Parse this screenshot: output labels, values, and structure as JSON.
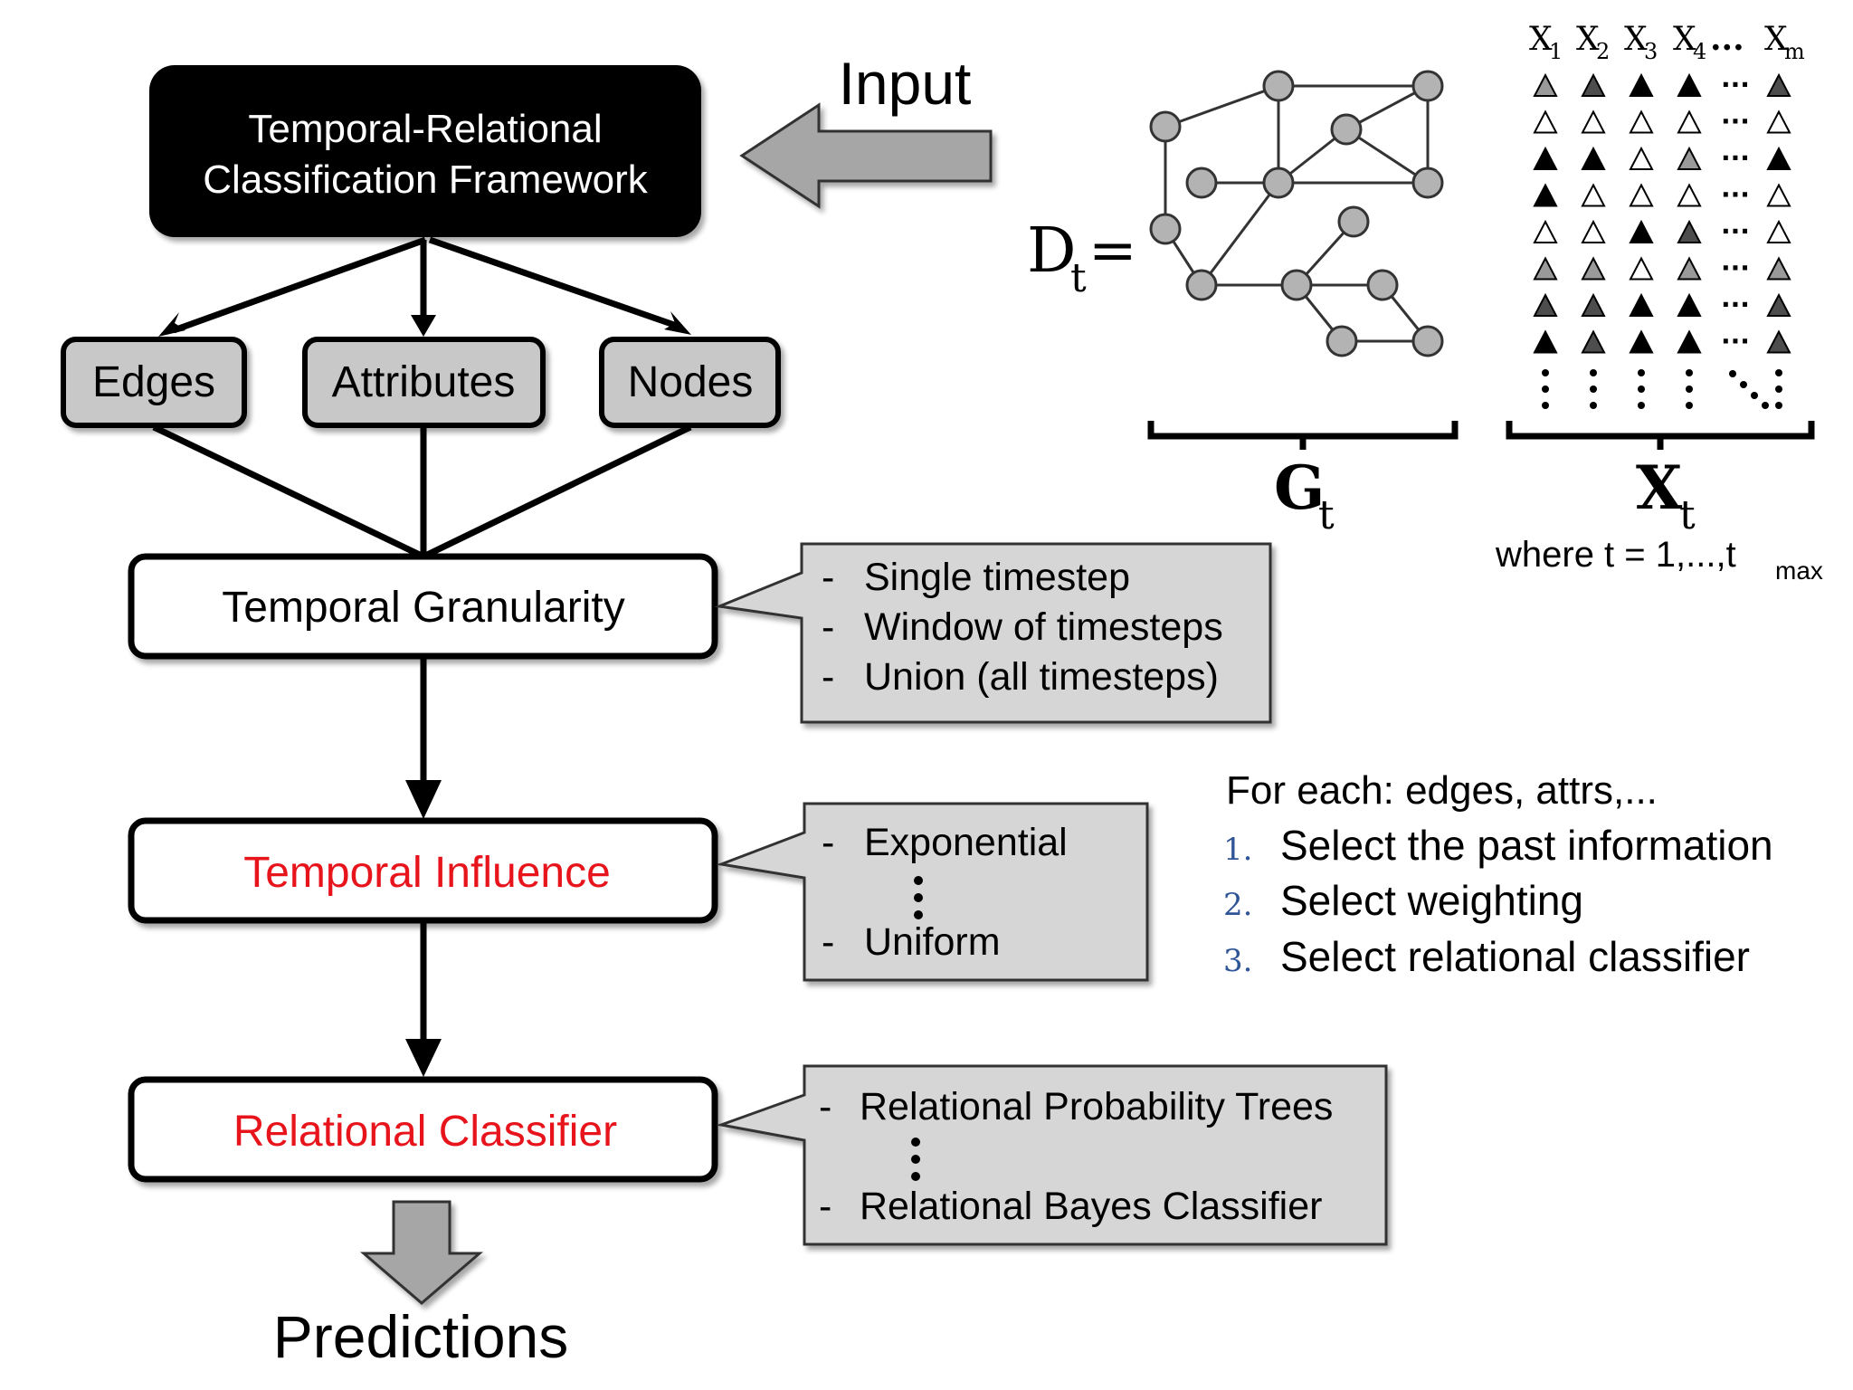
{
  "framework": {
    "title_line1": "Temporal-Relational",
    "title_line2": "Classification Framework"
  },
  "input_label": "Input",
  "components": {
    "edges": "Edges",
    "attributes": "Attributes",
    "nodes": "Nodes"
  },
  "steps": {
    "granularity": "Temporal Granularity",
    "influence": "Temporal Influence",
    "classifier": "Relational Classifier"
  },
  "granularity_options": {
    "items": [
      "Single timestep",
      "Window of timesteps",
      "Union (all timesteps)"
    ],
    "bullet": "-"
  },
  "influence_options": {
    "first": "Exponential",
    "last": "Uniform",
    "bullet": "-"
  },
  "classifier_options": {
    "first": "Relational Probability Trees",
    "last": "Relational Bayes Classifier",
    "bullet": "-"
  },
  "predictions_label": "Predictions",
  "dataset": {
    "d_symbol": "D",
    "d_sub": "t",
    "equals": "=",
    "graph_symbol": "G",
    "graph_sub": "t",
    "attr_symbol": "X",
    "attr_sub": "t",
    "where_prefix": "where t = 1,...,t",
    "where_sub": "max"
  },
  "attr_headers": {
    "x": "X",
    "subs": [
      "1",
      "2",
      "3",
      "4"
    ],
    "ellipsis": "...",
    "last_sub": "m"
  },
  "attr_matrix": {
    "rows": [
      [
        "gray",
        "dark",
        "black",
        "black",
        "dark"
      ],
      [
        "white",
        "white",
        "white",
        "white",
        "white"
      ],
      [
        "black",
        "black",
        "white",
        "gray",
        "black"
      ],
      [
        "black",
        "white",
        "white",
        "white",
        "white"
      ],
      [
        "white",
        "white",
        "black",
        "dark",
        "white"
      ],
      [
        "gray",
        "gray",
        "white",
        "gray",
        "gray"
      ],
      [
        "dark",
        "dark",
        "black",
        "black",
        "dark"
      ],
      [
        "black",
        "dark",
        "black",
        "black",
        "dark"
      ]
    ],
    "dots": "···"
  },
  "process": {
    "heading": "For each: edges, attrs,...",
    "steps": [
      {
        "num": "1.",
        "text": "Select the past information"
      },
      {
        "num": "2.",
        "text": "Select weighting"
      },
      {
        "num": "3.",
        "text": "Select relational classifier"
      }
    ]
  },
  "colors": {
    "black": "#000000",
    "highlight_red": "#e8141c",
    "box_gray": "#c8c8c8",
    "callout_gray": "#d6d6d6",
    "arrow_gray": "#a6a6a6",
    "node_gray": "#b3b3b3",
    "number_blue": "#2f5597",
    "tri_dark": "#4d4d4d",
    "tri_gray": "#9a9a9a"
  }
}
